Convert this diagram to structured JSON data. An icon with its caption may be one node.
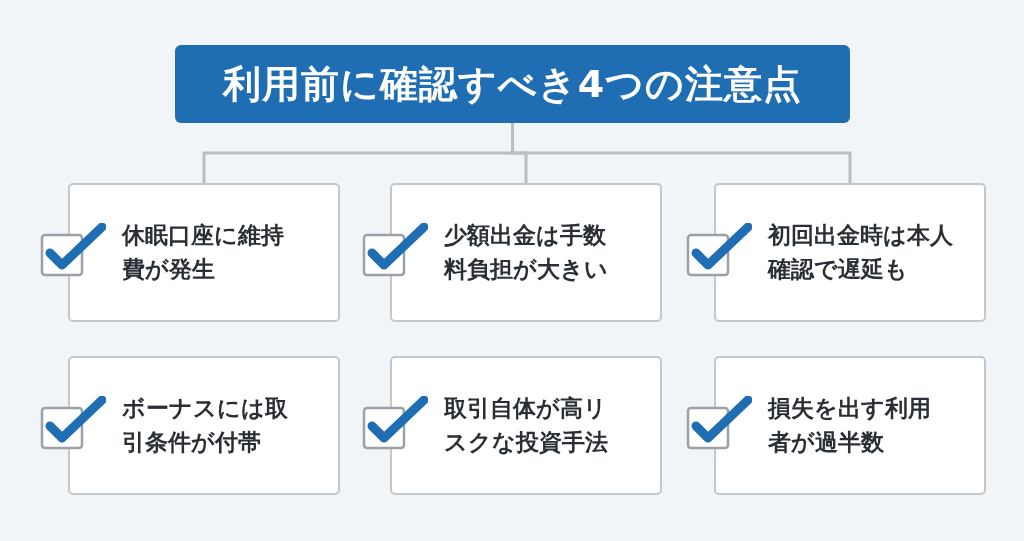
{
  "diagram": {
    "nodes": [
      {
        "text": [
          "利用前に確認すべき4つの注意点"
        ]
      },
      {
        "text": [
          "休眠口座に維持費が発生"
        ]
      },
      {
        "text": [
          "少額出金は手数料負担が大きい"
        ]
      },
      {
        "text": [
          "初回出金時は本人確認で遅延も"
        ]
      },
      {
        "text": [
          "ボーナスには取引条件が付帯"
        ]
      },
      {
        "text": [
          "取引自体が高リスクな投資手法"
        ]
      },
      {
        "text": [
          "損失を出す利用者が過半数"
        ]
      }
    ],
    "edges": [
      {
        "from": 0,
        "to": 1,
        "arrow": "none"
      },
      {
        "from": 0,
        "to": 2,
        "arrow": "none"
      },
      {
        "from": 0,
        "to": 3,
        "arrow": "none"
      }
    ]
  }
}
